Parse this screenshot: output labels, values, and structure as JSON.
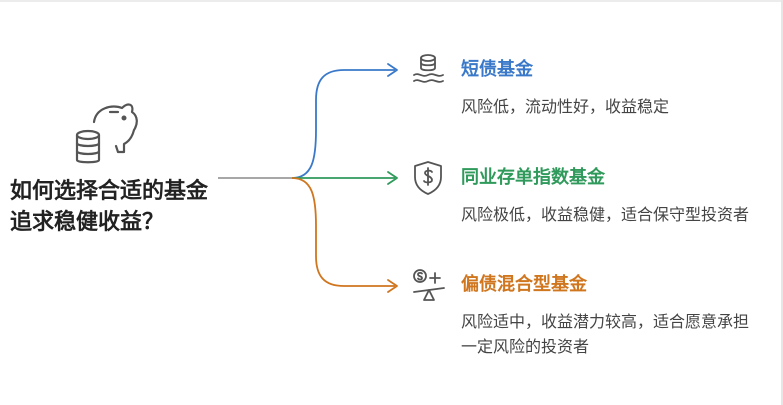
{
  "root": {
    "title": "如何选择合适的基金追求稳健收益？",
    "icon": "piggy-bank-coins-icon"
  },
  "branches": [
    {
      "title": "短债基金",
      "description": "风险低，流动性好，收益稳定",
      "color": "#3a79c9",
      "icon": "coin-stack-icon"
    },
    {
      "title": "同业存单指数基金",
      "description": "风险极低，收益稳健，适合保守型投资者",
      "color": "#2f9a5b",
      "icon": "dollar-shield-icon"
    },
    {
      "title": "偏债混合型基金",
      "description": "风险适中，收益潜力较高，适合愿意承担一定风险的投资者",
      "color": "#d0761f",
      "icon": "balance-scale-icon"
    }
  ]
}
